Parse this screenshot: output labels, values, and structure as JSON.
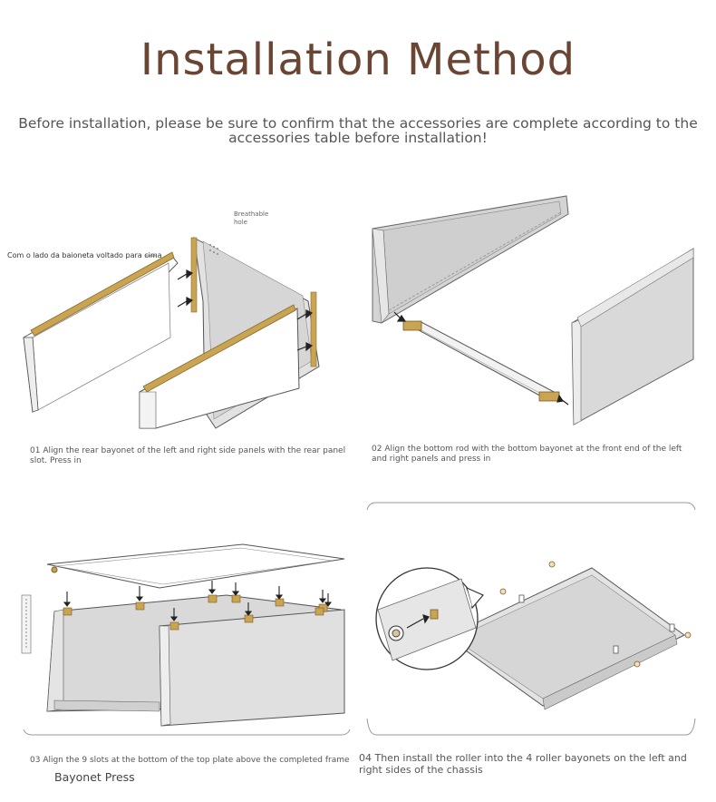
{
  "header": {
    "title": "Installation Method",
    "intro": "Before installation, please be sure to confirm that the accessories are complete according to the accessories table before installation!"
  },
  "steps": [
    {
      "caption": "01 Align the rear bayonet of the left and right side panels with the rear panel slot. Press in",
      "callout_bayonet": "Com o lado da baioneta voltado para cima",
      "callout_hole": "Breathable hole"
    },
    {
      "caption": "02 Align the bottom rod with the bottom bayonet at the front end of the left and right panels and press in"
    },
    {
      "caption": "03 Align the 9 slots at the bottom of the top plate above the completed frame",
      "subcaption": "Bayonet Press"
    },
    {
      "caption": "04 Then install the roller into the 4 roller bayonets on the left and right sides of the chassis"
    }
  ],
  "colors": {
    "title": "#6b4533",
    "panel_fill": "#d9d9d9",
    "bayonet_gold": "#c9a453"
  }
}
